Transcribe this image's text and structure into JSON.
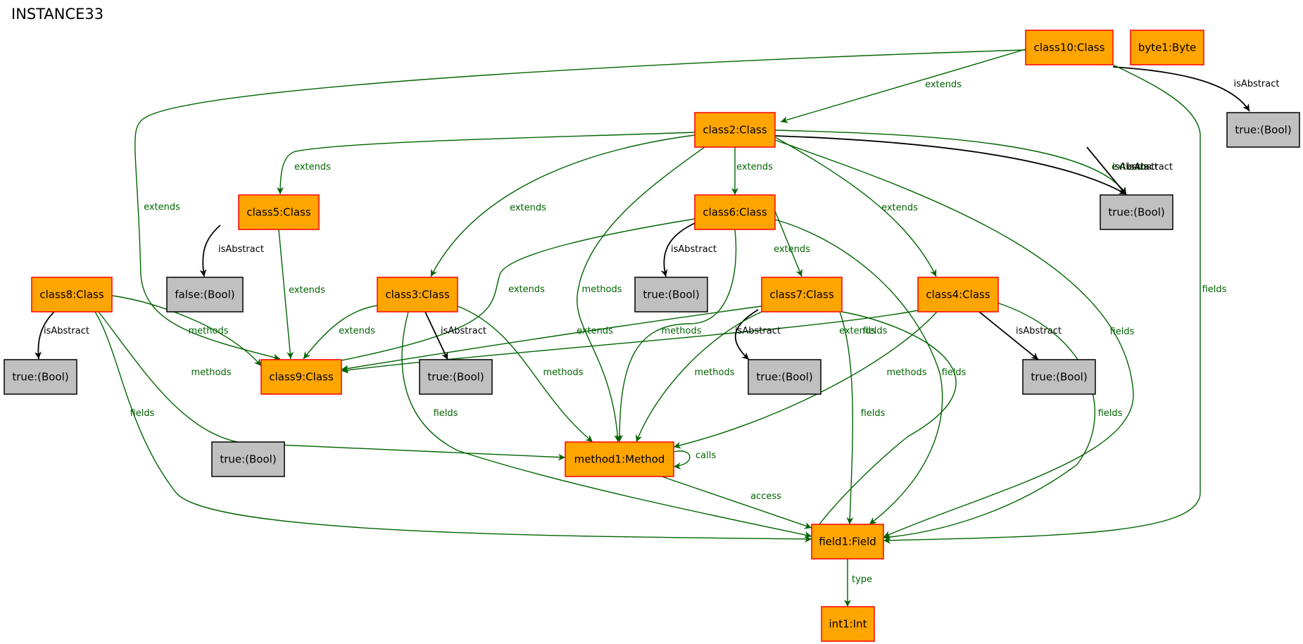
{
  "title": "INSTANCE33",
  "colors": {
    "object_fill": "#ffa500",
    "object_stroke": "#ff0000",
    "value_fill": "#c0c0c0",
    "value_stroke": "#000000",
    "ref_edge": "#006400",
    "attr_edge": "#000000"
  },
  "nodes": [
    {
      "id": "class10",
      "label": "class10:Class",
      "kind": "object"
    },
    {
      "id": "byte1",
      "label": "byte1:Byte",
      "kind": "object"
    },
    {
      "id": "true1",
      "label": "true:(Bool)",
      "kind": "value"
    },
    {
      "id": "class2",
      "label": "class2:Class",
      "kind": "object"
    },
    {
      "id": "true2",
      "label": "true:(Bool)",
      "kind": "value"
    },
    {
      "id": "class5",
      "label": "class5:Class",
      "kind": "object"
    },
    {
      "id": "class6",
      "label": "class6:Class",
      "kind": "object"
    },
    {
      "id": "false1",
      "label": "false:(Bool)",
      "kind": "value"
    },
    {
      "id": "class8",
      "label": "class8:Class",
      "kind": "object"
    },
    {
      "id": "class3",
      "label": "class3:Class",
      "kind": "object"
    },
    {
      "id": "true3",
      "label": "true:(Bool)",
      "kind": "value"
    },
    {
      "id": "class7",
      "label": "class7:Class",
      "kind": "object"
    },
    {
      "id": "class4",
      "label": "class4:Class",
      "kind": "object"
    },
    {
      "id": "true4",
      "label": "true:(Bool)",
      "kind": "value"
    },
    {
      "id": "class9",
      "label": "class9:Class",
      "kind": "object"
    },
    {
      "id": "true5",
      "label": "true:(Bool)",
      "kind": "value"
    },
    {
      "id": "true6",
      "label": "true:(Bool)",
      "kind": "value"
    },
    {
      "id": "true7",
      "label": "true:(Bool)",
      "kind": "value"
    },
    {
      "id": "true8",
      "label": "true:(Bool)",
      "kind": "value"
    },
    {
      "id": "method1",
      "label": "method1:Method",
      "kind": "object"
    },
    {
      "id": "field1",
      "label": "field1:Field",
      "kind": "object"
    },
    {
      "id": "int1",
      "label": "int1:Int",
      "kind": "object"
    }
  ],
  "edges": [
    {
      "id": "e1",
      "label": "extends",
      "kind": "ref"
    },
    {
      "id": "e2",
      "label": "extends",
      "kind": "ref"
    },
    {
      "id": "e3",
      "label": "isAbstract",
      "kind": "attr"
    },
    {
      "id": "e4",
      "label": "fields",
      "kind": "ref"
    },
    {
      "id": "e5",
      "label": "extends",
      "kind": "ref"
    },
    {
      "id": "e6",
      "label": "extends",
      "kind": "ref"
    },
    {
      "id": "e7",
      "label": "extends",
      "kind": "ref"
    },
    {
      "id": "e8",
      "label": "extends",
      "kind": "ref"
    },
    {
      "id": "e9",
      "label": "extends",
      "kind": "ref"
    },
    {
      "id": "e10",
      "label": "isAbstract",
      "kind": "attr"
    },
    {
      "id": "e11",
      "label": "methods",
      "kind": "ref"
    },
    {
      "id": "e12",
      "label": "fields",
      "kind": "ref"
    },
    {
      "id": "e13",
      "label": "isAbstract",
      "kind": "attr"
    },
    {
      "id": "e14",
      "label": "extends",
      "kind": "ref"
    },
    {
      "id": "e15",
      "label": "isAbstract",
      "kind": "attr"
    },
    {
      "id": "e16",
      "label": "extends",
      "kind": "ref"
    },
    {
      "id": "e17",
      "label": "methods",
      "kind": "ref"
    },
    {
      "id": "e18",
      "label": "fields",
      "kind": "ref"
    },
    {
      "id": "e19",
      "label": "extends",
      "kind": "ref"
    },
    {
      "id": "e20",
      "label": "isAbstract",
      "kind": "attr"
    },
    {
      "id": "e21",
      "label": "methods",
      "kind": "ref"
    },
    {
      "id": "e22",
      "label": "fields",
      "kind": "ref"
    },
    {
      "id": "e23",
      "label": "extends",
      "kind": "ref"
    },
    {
      "id": "e24",
      "label": "isAbstract",
      "kind": "attr"
    },
    {
      "id": "e25",
      "label": "methods",
      "kind": "ref"
    },
    {
      "id": "e26",
      "label": "fields",
      "kind": "ref"
    },
    {
      "id": "e27",
      "label": "extends",
      "kind": "ref"
    },
    {
      "id": "e28",
      "label": "isAbstract",
      "kind": "attr"
    },
    {
      "id": "e29",
      "label": "methods",
      "kind": "ref"
    },
    {
      "id": "e30",
      "label": "fields",
      "kind": "ref"
    },
    {
      "id": "e31",
      "label": "extends",
      "kind": "ref"
    },
    {
      "id": "e32",
      "label": "isAbstract",
      "kind": "attr"
    },
    {
      "id": "e33",
      "label": "methods",
      "kind": "ref"
    },
    {
      "id": "e34",
      "label": "fields",
      "kind": "ref"
    },
    {
      "id": "e35",
      "label": "isAbstract",
      "kind": "attr"
    },
    {
      "id": "e36",
      "label": "methods",
      "kind": "ref"
    },
    {
      "id": "e37",
      "label": "fields",
      "kind": "ref"
    },
    {
      "id": "e38",
      "label": "calls",
      "kind": "ref"
    },
    {
      "id": "e39",
      "label": "access",
      "kind": "ref"
    },
    {
      "id": "e40",
      "label": "type",
      "kind": "ref"
    }
  ]
}
